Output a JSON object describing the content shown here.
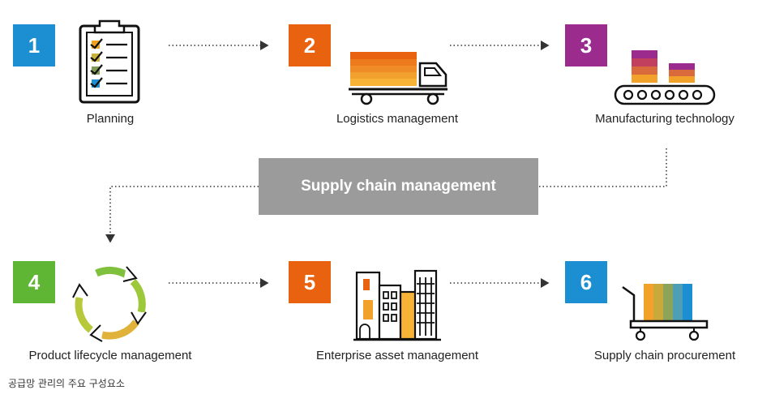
{
  "center": {
    "title": "Supply chain management"
  },
  "steps": [
    {
      "number": "1",
      "label": "Planning",
      "color": "#1b8fd2"
    },
    {
      "number": "2",
      "label": "Logistics management",
      "color": "#e8620f"
    },
    {
      "number": "3",
      "label": "Manufacturing technology",
      "color": "#9b2c8e"
    },
    {
      "number": "4",
      "label": "Product lifecycle management",
      "color": "#5fb534"
    },
    {
      "number": "5",
      "label": "Enterprise asset management",
      "color": "#e8620f"
    },
    {
      "number": "6",
      "label": "Supply chain procurement",
      "color": "#1b8fd2"
    }
  ],
  "icons": [
    "clipboard-checklist-icon",
    "truck-icon",
    "conveyor-belt-icon",
    "recycle-arrows-icon",
    "buildings-icon",
    "cart-icon"
  ],
  "caption": "공급망 관리의 주요 구성요소"
}
